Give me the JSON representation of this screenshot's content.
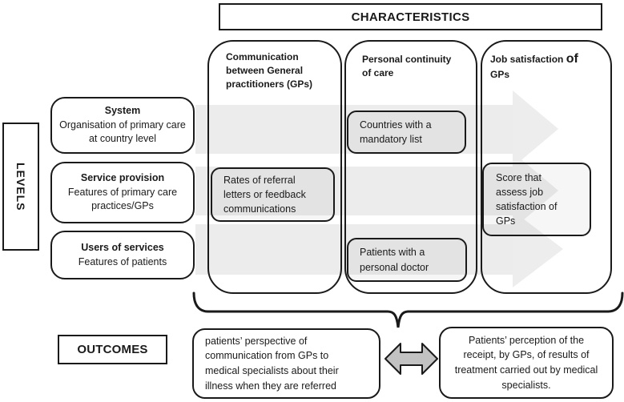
{
  "header": {
    "characteristics": "CHARACTERISTICS"
  },
  "side": {
    "levels_label": "LEVELS"
  },
  "footer": {
    "outcomes_label": "OUTCOMES"
  },
  "columns": [
    {
      "header": "Communication between General practitioners (GPs)"
    },
    {
      "header": "Personal continuity of care"
    },
    {
      "header_part1": "Job satisfaction ",
      "header_emphasis": "of",
      "header_part2": " GPs"
    }
  ],
  "levels": [
    {
      "title": "System",
      "description": "Organisation of primary care at country level"
    },
    {
      "title": "Service provision",
      "description": "Features of primary care practices/GPs"
    },
    {
      "title": "Users of services",
      "description": "Features of patients"
    }
  ],
  "cells": {
    "countries_mandatory_list": "Countries with a mandatory list",
    "referral_rates": "Rates of referral letters or feedback communications",
    "patients_personal_doctor": "Patients with a personal doctor",
    "job_satisfaction_score": "Score that assess job satisfaction of GPs"
  },
  "outcomes": [
    {
      "text": "patients’ perspective of communication from GPs to medical specialists about their illness when they are referred"
    },
    {
      "text": "Patients’ perception of the receipt, by GPs, of results of treatment carried out by medical specialists."
    }
  ],
  "icons": {
    "flow_arrows": "right-arrow-ribbon",
    "grouping": "curly-underbrace",
    "exchange": "double-headed-arrow"
  },
  "colors": {
    "border": "#1a1a1a",
    "ribbon_gray": "#ececec",
    "arrow_gray": "#c2c2c2",
    "background": "#ffffff"
  }
}
